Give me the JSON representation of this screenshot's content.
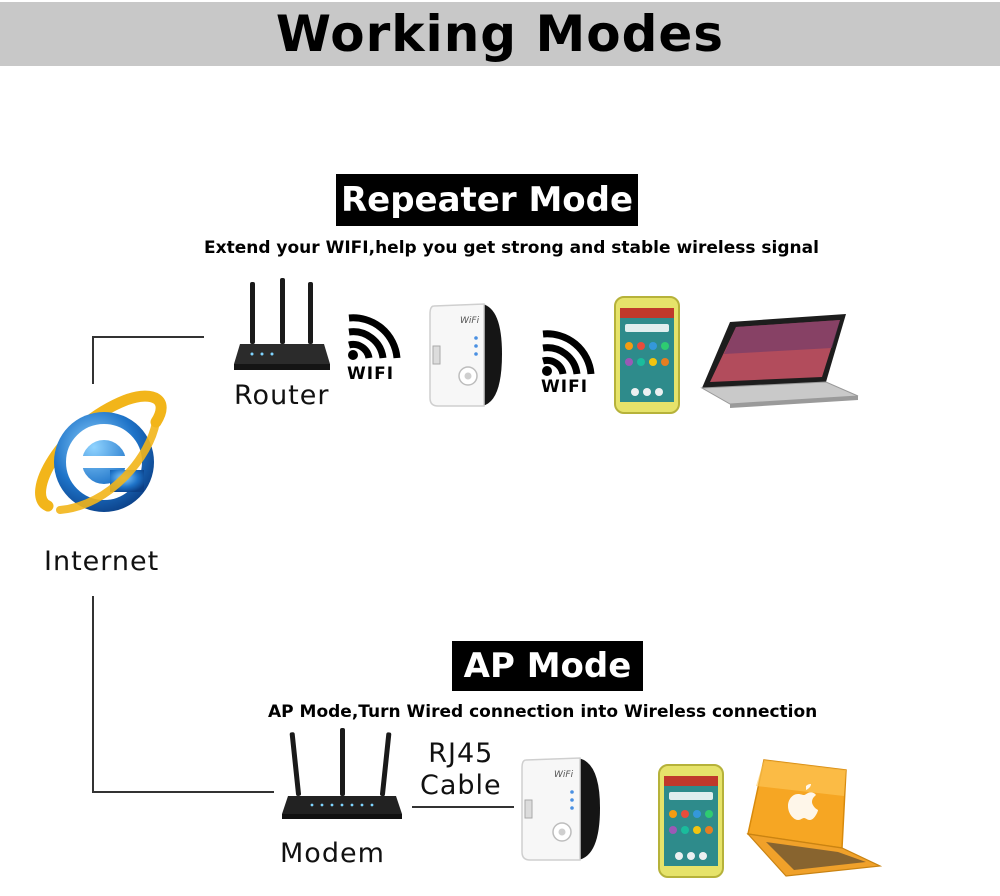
{
  "header": {
    "title": "Working Modes"
  },
  "repeater": {
    "title": "Repeater Mode",
    "subtitle": "Extend your WIFI,help you get strong and stable wireless signal",
    "router_label": "Router",
    "wifi_label_1": "WIFI",
    "wifi_label_2": "WIFI",
    "device_text": "WiFi"
  },
  "internet": {
    "label": "Internet"
  },
  "ap": {
    "title": "AP Mode",
    "subtitle": "AP Mode,Turn Wired connection into Wireless connection",
    "cable_line1": "RJ45",
    "cable_line2": "Cable",
    "modem_label": "Modem",
    "device_text": "WiFi"
  },
  "colors": {
    "title_bar": "#c8c8c8",
    "ie_blue": "#1e73c8",
    "ie_ring": "#f2b51a",
    "phone_frame": "#e6e36a",
    "macbook": "#f6a623"
  }
}
